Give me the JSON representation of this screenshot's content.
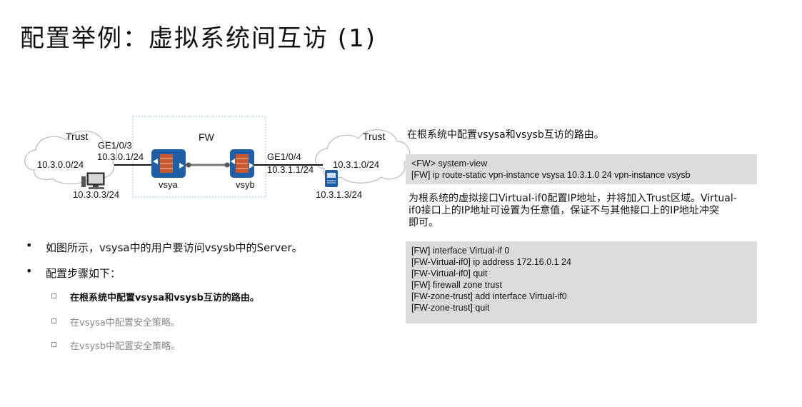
{
  "title": "配置举例：虚拟系统间互访 (1)",
  "diagram": {
    "fw_label": "FW",
    "left_zone": "Trust",
    "left_subnet": "10.3.0.0/24",
    "left_host": "10.3.0.3/24",
    "left_if_name": "GE1/0/3",
    "left_if_ip": "10.3.0.1/24",
    "vsys_a": "vsya",
    "vsys_b": "vsyb",
    "right_if_name": "GE1/0/4",
    "right_if_ip": "10.3.1.1/24",
    "right_zone": "Trust",
    "right_subnet": "10.3.1.0/24",
    "right_host": "10.3.1.3/24"
  },
  "bullets": [
    "如图所示，vsysa中的用户要访问vsysb中的Server。",
    "配置步骤如下："
  ],
  "sub_steps": [
    "在根系统中配置vsysa和vsysb互访的路由。",
    "在vsysa中配置安全策略。",
    "在vsysb中配置安全策略。"
  ],
  "right": {
    "heading": "在根系统中配置vsysa和vsysb互访的路由。",
    "code1": [
      "<FW> system-view",
      "[FW] ip route-static vpn-instance vsysa 10.3.1.0 24 vpn-instance vsysb"
    ],
    "paragraph": [
      "为根系统的虚拟接口Virtual-if0配置IP地址，并将加入Trust区域。Virtual-",
      "if0接口上的IP地址可设置为任意值，保证不与其他接口上的IP地址冲突",
      "即可。"
    ],
    "code2": [
      "[FW] interface Virtual-if 0",
      "[FW-Virtual-if0] ip address 172.16.0.1 24",
      "[FW-Virtual-if0] quit",
      "[FW] firewall zone trust",
      "[FW-zone-trust] add interface Virtual-if0",
      "[FW-zone-trust] quit"
    ]
  }
}
